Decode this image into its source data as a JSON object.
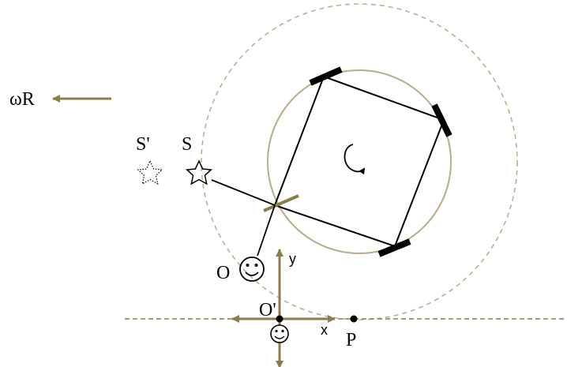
{
  "labels": {
    "omega_r": "ωR",
    "source_image": "S'",
    "source": "S",
    "observer": "O",
    "observer_image": "O'",
    "axis_x": "x",
    "axis_y": "y",
    "point_p": "P"
  },
  "colors": {
    "accent": "#8b7d4a",
    "light_circle": "#b8ad88",
    "ink": "#000000",
    "background": "#ffffff"
  },
  "icons": {
    "observer": "smiley-face-icon",
    "observer_image": "smiley-face-icon",
    "source": "star-outline-icon",
    "source_image": "star-dotted-icon",
    "rotation": "curved-arrow-icon"
  }
}
